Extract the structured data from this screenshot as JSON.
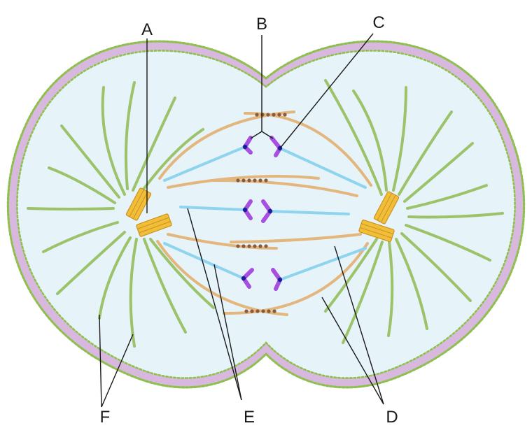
{
  "labels": {
    "a": "A",
    "b": "B",
    "c": "C",
    "d": "D",
    "e": "E",
    "f": "F"
  },
  "colors": {
    "cytoplasm": "#e6f3f9",
    "membrane_outer": "#8fbf4f",
    "membrane_inner": "#d9b8e0",
    "astral_microtubule": "#9cc26a",
    "polar_microtubule": "#e3b67d",
    "kinetochore_microtubule": "#8fd4ee",
    "centrosome": "#f2be3a",
    "chromatid": "#a64fe0",
    "kinetochore": "#1a1f9c",
    "motor_protein": "#8a5a3a",
    "leader_line": "#1a1a1a"
  }
}
